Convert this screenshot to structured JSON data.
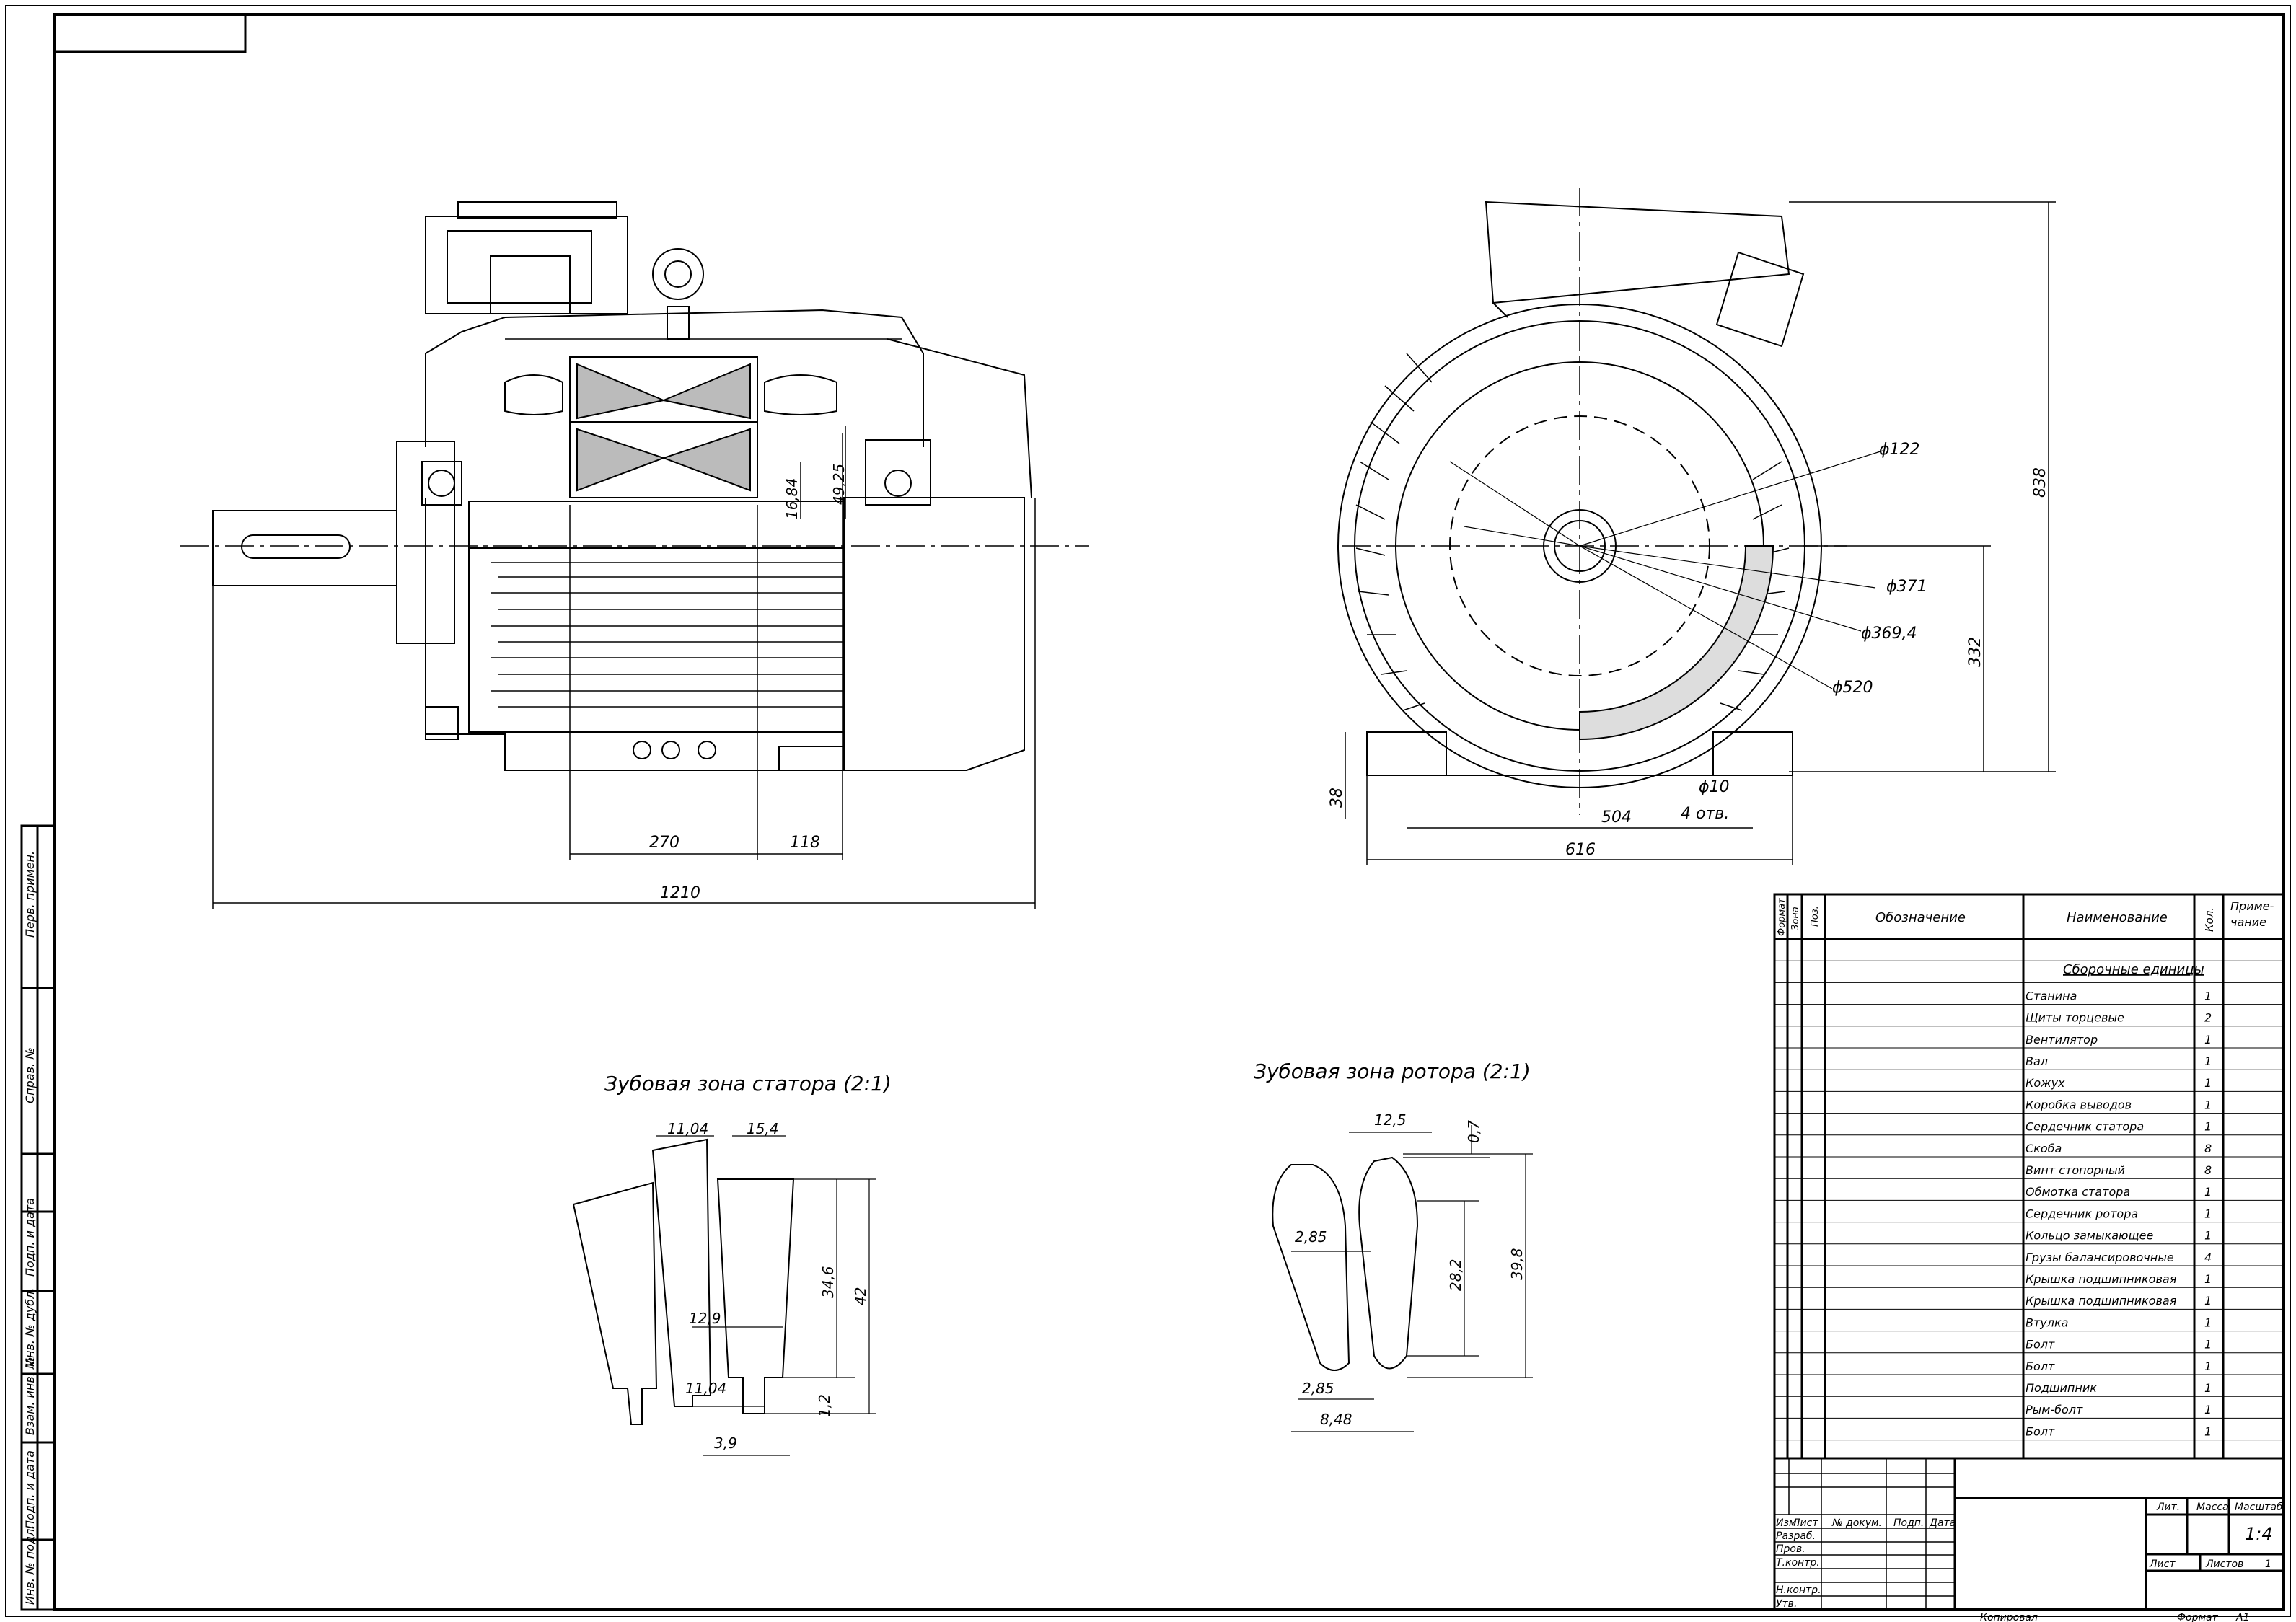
{
  "views": {
    "side_dims": {
      "overall": "1210",
      "core": "270",
      "part": "118",
      "d1": "16,84",
      "d2": "49,25"
    },
    "end_dims": {
      "d122": "ϕ122",
      "d371": "ϕ371",
      "d369": "ϕ369,4",
      "d520": "ϕ520",
      "h838": "838",
      "h332": "332",
      "h38": "38",
      "d10": "ϕ10",
      "holes": "4 отв.",
      "w504": "504",
      "w616": "616"
    }
  },
  "details": {
    "stator": {
      "title": "Зубовая зона статора (2:1)",
      "dims": [
        "11,04",
        "15,4",
        "34,6",
        "42",
        "12,9",
        "11,04",
        "1,2",
        "3,9"
      ]
    },
    "rotor": {
      "title": "Зубовая зона ротора (2:1)",
      "dims": [
        "12,5",
        "0,7",
        "2,85",
        "28,2",
        "39,8",
        "2,85",
        "8,48"
      ]
    }
  },
  "spec": {
    "headers": {
      "format": "Формат",
      "zone": "Зона",
      "pos": "Поз.",
      "designation": "Обозначение",
      "name": "Наименование",
      "qty": "Кол.",
      "note": "Приме-\nчание"
    },
    "section": "Сборочные единицы",
    "rows": [
      {
        "name": "Станина",
        "qty": "1"
      },
      {
        "name": "Щиты торцевые",
        "qty": "2"
      },
      {
        "name": "Вентилятор",
        "qty": "1"
      },
      {
        "name": "Вал",
        "qty": "1"
      },
      {
        "name": "Кожух",
        "qty": "1"
      },
      {
        "name": "Коробка выводов",
        "qty": "1"
      },
      {
        "name": "Сердечник статора",
        "qty": "1"
      },
      {
        "name": "Скоба",
        "qty": "8"
      },
      {
        "name": "Винт стопорный",
        "qty": "8"
      },
      {
        "name": "Обмотка статора",
        "qty": "1"
      },
      {
        "name": "Сердечник ротора",
        "qty": "1"
      },
      {
        "name": "Кольцо замыкающее",
        "qty": "1"
      },
      {
        "name": "Грузы балансировочные",
        "qty": "4"
      },
      {
        "name": "Крышка подшипниковая",
        "qty": "1"
      },
      {
        "name": "Крышка подшипниковая",
        "qty": "1"
      },
      {
        "name": "Втулка",
        "qty": "1"
      },
      {
        "name": "Болт",
        "qty": "1"
      },
      {
        "name": "Болт",
        "qty": "1"
      },
      {
        "name": "Подшипник",
        "qty": "1"
      },
      {
        "name": "Рым-болт",
        "qty": "1"
      },
      {
        "name": "Болт",
        "qty": "1"
      }
    ]
  },
  "title_block": {
    "izm": "Изм.",
    "list": "Лист",
    "doc": "№ докум.",
    "podp": "Подп.",
    "data": "Дата",
    "razrab": "Разраб.",
    "prov": "Пров.",
    "tkontr": "Т.контр.",
    "nkontr": "Н.контр.",
    "utv": "Утв.",
    "lit": "Лит.",
    "massa": "Масса",
    "masshtab": "Масштаб",
    "scale": "1:4",
    "list2": "Лист",
    "listov": "Листов",
    "listov_val": "1",
    "copied": "Копировал",
    "format": "Формат",
    "format_val": "А1"
  },
  "side_stamp": [
    "Перв. примен.",
    "Справ. №",
    "Подп. и дата",
    "Инв. № дубл.",
    "Взам. инв. №",
    "Подп. и дата",
    "Инв. № подл."
  ]
}
